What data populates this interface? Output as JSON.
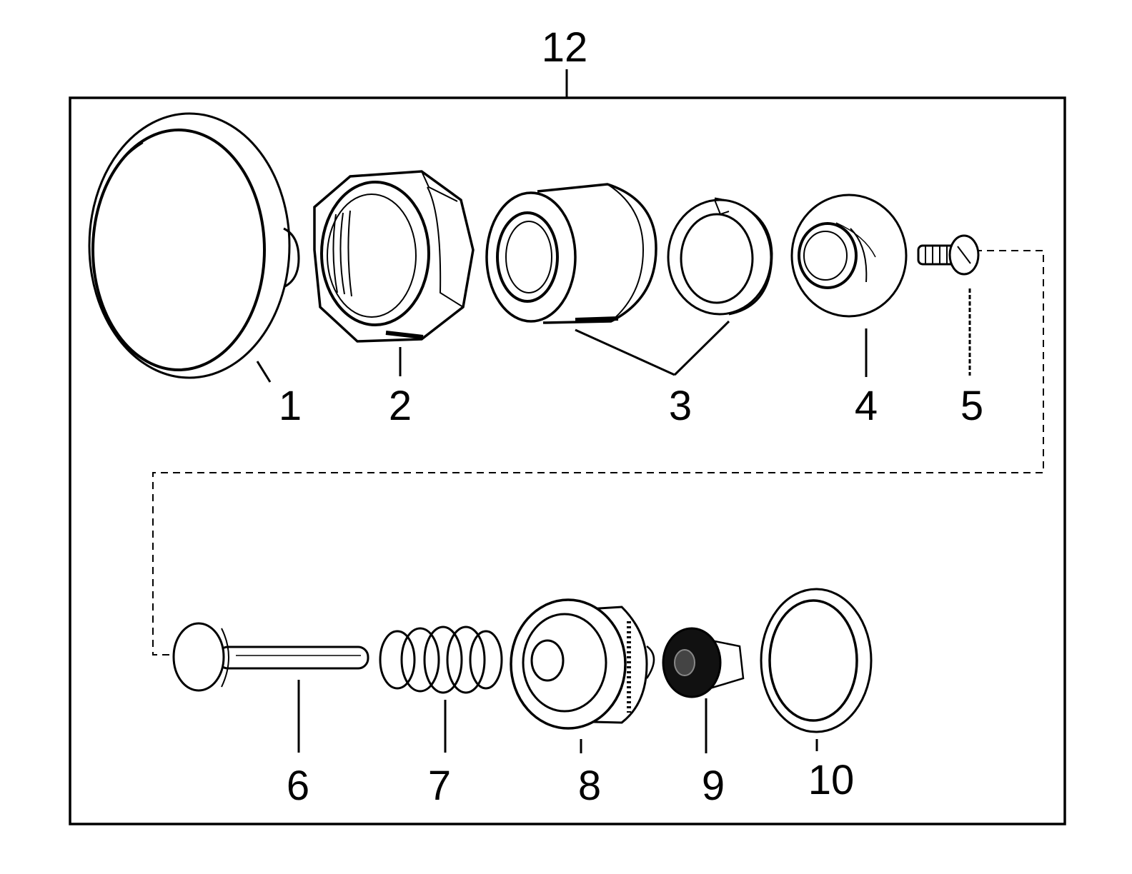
{
  "assembly_label": "12",
  "parts": [
    {
      "id": "part-1",
      "label": "1"
    },
    {
      "id": "part-2",
      "label": "2"
    },
    {
      "id": "part-3",
      "label": "3"
    },
    {
      "id": "part-4",
      "label": "4"
    },
    {
      "id": "part-5",
      "label": "5"
    },
    {
      "id": "part-6",
      "label": "6"
    },
    {
      "id": "part-7",
      "label": "7"
    },
    {
      "id": "part-8",
      "label": "8"
    },
    {
      "id": "part-9",
      "label": "9"
    },
    {
      "id": "part-10",
      "label": "10"
    }
  ]
}
